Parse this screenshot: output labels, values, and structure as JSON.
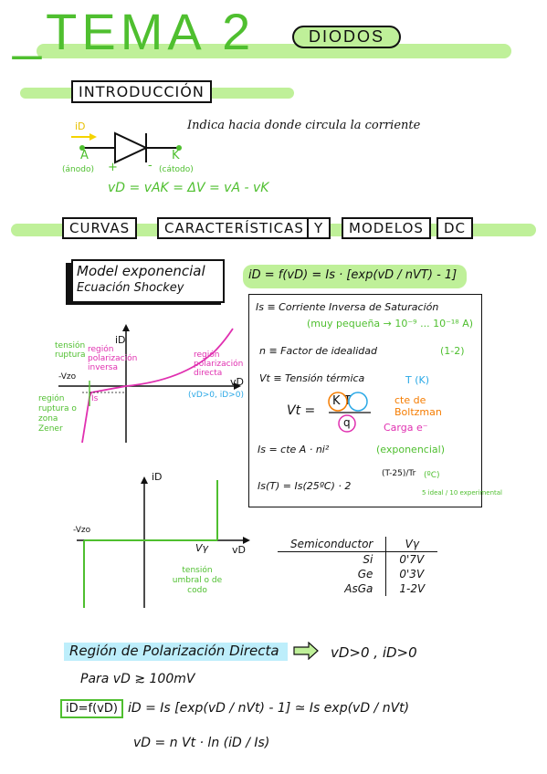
{
  "header": {
    "title_prefix": "_TEMA 2",
    "title_topic": "DIODOS"
  },
  "intro": {
    "heading": "INTRODUCCIÓN",
    "current_label": "iD",
    "note": "Indica hacia donde circula la corriente",
    "anode_letter": "A",
    "anode_name": "(ánodo)",
    "plus": "+",
    "minus": "-",
    "cathode_letter": "K",
    "cathode_name": "(cátodo)",
    "equation": "vD = vAK = ΔV = vA - vK"
  },
  "section": {
    "w1": "CURVAS",
    "w2": "CARACTERÍSTICAS",
    "w3": "Y",
    "w4": "MODELOS",
    "w5": "DC"
  },
  "model": {
    "title_line1": "Model exponencial",
    "title_line2": "Ecuación Shockey",
    "main_eq": "iD = f(vD) = Is · [exp(vD / nVT) - 1]"
  },
  "definitions": {
    "is_def": "Is ≡ Corriente Inversa de Saturación",
    "is_note": "(muy pequeña → 10⁻⁹ ... 10⁻¹⁸ A)",
    "n_def": "n ≡ Factor de idealidad",
    "n_range": "(1-2)",
    "vt_def": "Vt ≡ Tensión térmica",
    "vt_formula": "Vt =",
    "vt_num": "K T",
    "vt_den": "q",
    "t_note": "T (K)",
    "k_note": "cte de Boltzman",
    "q_note": "Carga e⁻",
    "is_prop": "Is = cte A · ni²",
    "is_prop_note": "(exponencial)",
    "is_temp": "Is(T) = Is(25ºC) · 2",
    "is_temp_exp": "(T-25)/Tr",
    "is_temp_unit": "(ºC)",
    "tr_note": "5 ideal / 10 experimental"
  },
  "graph1": {
    "y_label": "iD",
    "x_label": "vD",
    "breakdown": "tensión ruptura",
    "reverse_region": "región polarización inversa",
    "vzo": "-Vzo",
    "is_label": "Is",
    "forward_region": "región polarización directa",
    "forward_cond": "(vD>0, iD>0)",
    "breakdown_region": "región ruptura o zona Zener"
  },
  "graph2": {
    "y_label": "iD",
    "x_label": "vD",
    "vzo": "-Vzo",
    "vy": "Vγ",
    "threshold": "tensión umbral o de codo"
  },
  "semiconductor_table": {
    "headers": [
      "Semiconductor",
      "Vγ"
    ],
    "rows": [
      [
        "Si",
        "0'7V"
      ],
      [
        "Ge",
        "0'3V"
      ],
      [
        "AsGa",
        "1-2V"
      ]
    ]
  },
  "forward": {
    "heading": "Región de Polarización Directa",
    "cond": "vD>0 , iD>0",
    "para": "Para vD ≳ 100mV",
    "tag": "iD=f(vD)",
    "eq1": "iD = Is [exp(vD / nVt) - 1] ≃ Is exp(vD / nVt)",
    "eq2": "vD = n Vt · ln (iD / Is)"
  },
  "colors": {
    "green": "#4fbf2f",
    "pink": "#e030b0",
    "cyan": "#2aa8e6",
    "highlight": "#bff099",
    "orange": "#f57c00"
  }
}
